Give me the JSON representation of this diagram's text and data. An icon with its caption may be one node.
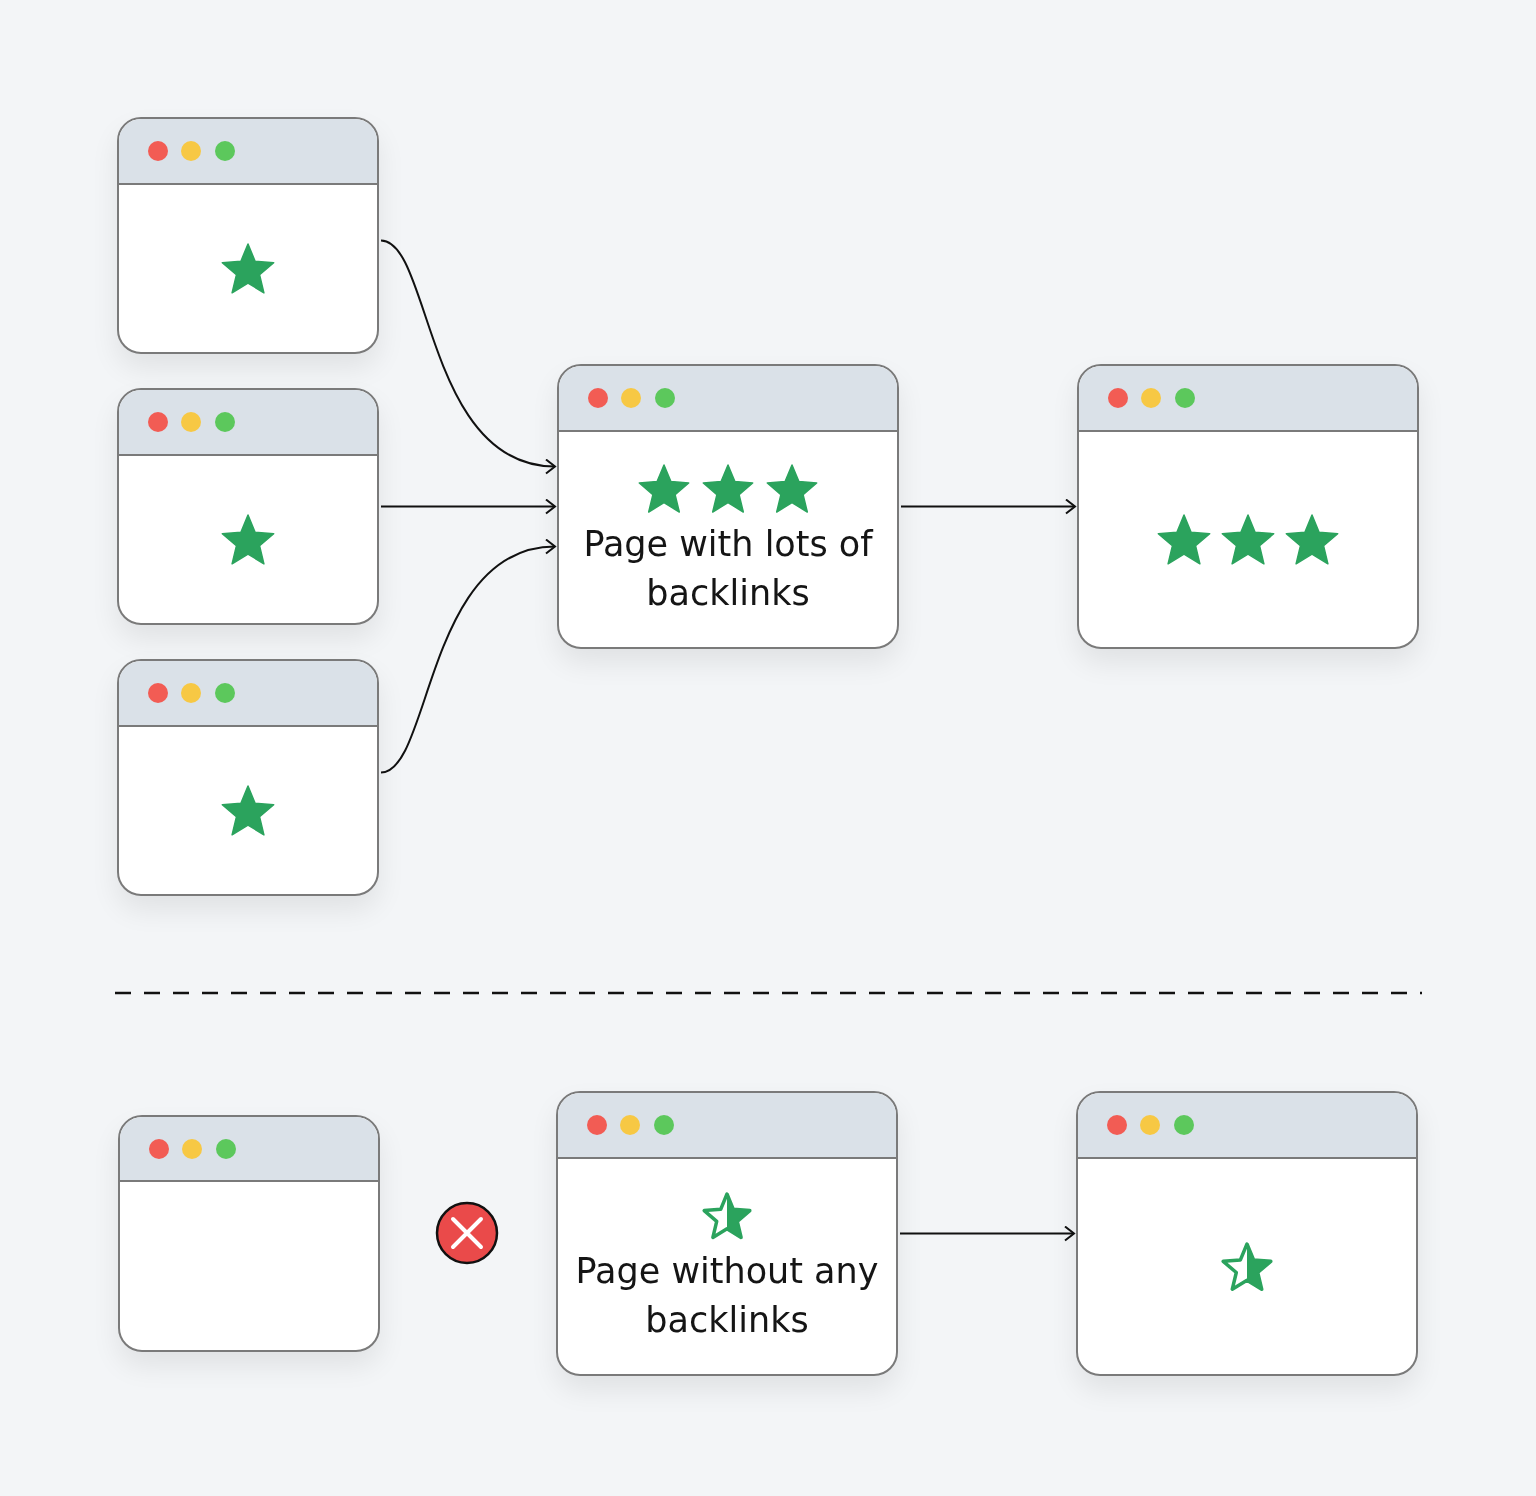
{
  "diagram": {
    "nodes": [
      {
        "text": [],
        "shape": "box"
      },
      {
        "text": [],
        "shape": "box"
      },
      {
        "text": [],
        "shape": "box"
      },
      {
        "text": [
          "Page with lots of backlinks"
        ]
      },
      {
        "text": [],
        "shape": "box"
      },
      {
        "text": [],
        "shape": "box"
      },
      {
        "text": [
          "Page without any backlinks"
        ]
      },
      {
        "text": [],
        "shape": "box"
      }
    ],
    "edges": [
      {
        "from": 0,
        "to": 3,
        "arrow": "to"
      },
      {
        "from": 1,
        "to": 3,
        "arrow": "to"
      },
      {
        "from": 2,
        "to": 3,
        "arrow": "to"
      },
      {
        "from": 3,
        "to": 4,
        "arrow": "to"
      },
      {
        "from": 6,
        "to": 7,
        "arrow": "to"
      }
    ]
  }
}
